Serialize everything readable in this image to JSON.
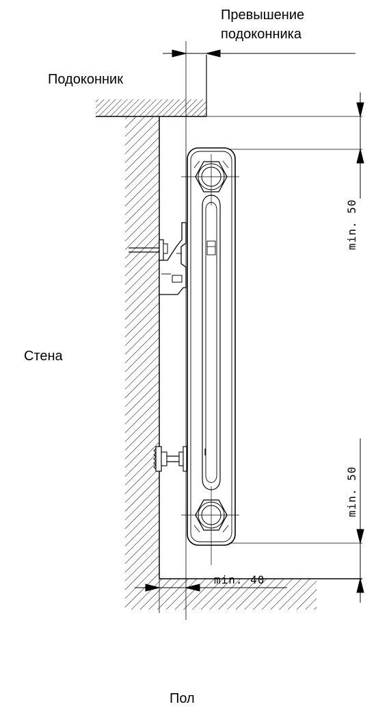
{
  "labels": {
    "sill_overhang_line1": "Превышение",
    "sill_overhang_line2": "подоконника",
    "windowsill": "Подоконник",
    "wall": "Стена",
    "floor": "Пол"
  },
  "dimensions": {
    "top_clearance": "min. 50",
    "bottom_clearance": "min. 50",
    "wall_clearance": "min. 40"
  },
  "colors": {
    "line": "#000000",
    "background": "#ffffff"
  }
}
